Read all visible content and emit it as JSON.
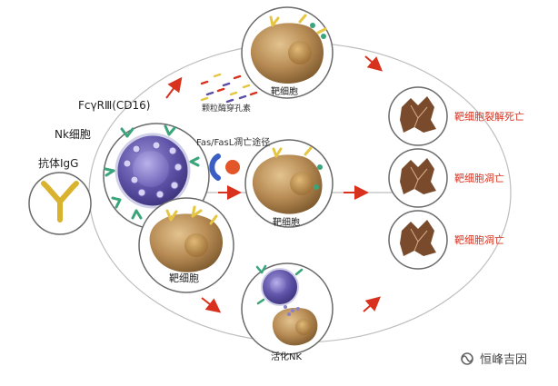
{
  "labels": {
    "receptor": "FcγRⅢ(CD16)",
    "nk_cell": "Nk细胞",
    "antibody": "抗体IgG",
    "perforin": "颗粒酶穿孔素",
    "fas_pathway": "Fas/FasL凋亡途径",
    "target_top": "靶细胞",
    "target_mid": "靶细胞",
    "target_bottom": "靶细胞",
    "activated_nk": "活化NK",
    "result_lysis": "靶细胞裂解死亡",
    "result_apoptosis_1": "靶细胞凋亡",
    "result_apoptosis_2": "靶细胞凋亡",
    "watermark": "恒峰吉因"
  },
  "colors": {
    "arrow": "#d8321e",
    "result_text": "#d8321e",
    "cell_body": "#b08654",
    "nk_body": "#5a4fa3",
    "receptor": "#3aa57a",
    "antibody": "#e6c640",
    "dead_cell": "#7a4a2c"
  },
  "icons": {
    "watermark": "wechat-channel-icon"
  }
}
